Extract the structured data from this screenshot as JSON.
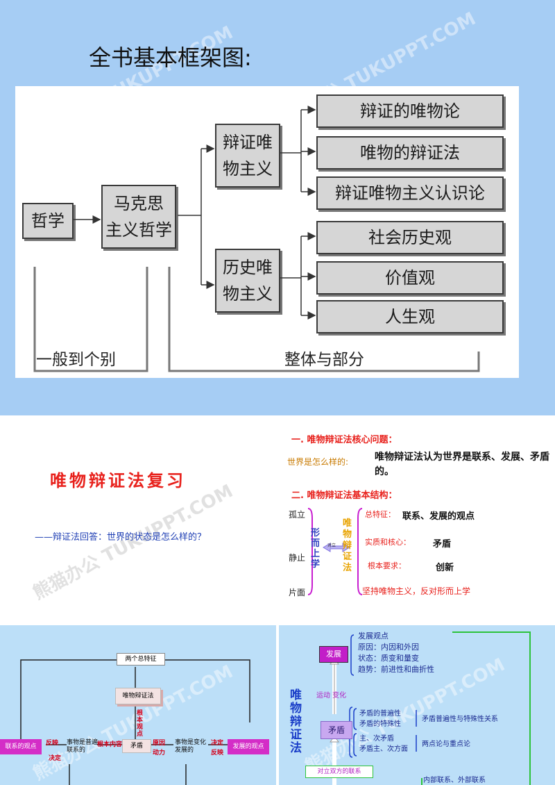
{
  "slide1": {
    "title": "全书基本框架图:",
    "boxes": {
      "philosophy": "哲学",
      "marxist": "马克思\n主义哲学",
      "dialectical_materialism": "辩证唯\n物主义",
      "historical_materialism": "历史唯\n物主义",
      "materialism_theory": "辩证的唯物论",
      "dialectics": "唯物的辩证法",
      "epistemology": "辩证唯物主义认识论",
      "social_history": "社会历史观",
      "values": "价值观",
      "life_view": "人生观"
    },
    "bracket_left": "一般到个别",
    "bracket_right": "整体与部分"
  },
  "slide2": {
    "title": "唯物辩证法复习",
    "subtitle": "——辩证法回答：世界的状态是怎么样的？",
    "section1_heading": "一. 唯物辩证法核心问题：",
    "q_label": "世界是怎么样的:",
    "q_answer": "唯物辩证法认为世界是联系、发展、矛盾的。",
    "section2_heading": "二. 唯物辩证法基本结构：",
    "left_items": [
      "孤立",
      "静止",
      "片面"
    ],
    "metaphysics": "形而上学",
    "opposition": "对立",
    "dialectics_vertical": "唯物辩证法",
    "rows": [
      {
        "label": "总特征：",
        "value": "联系、发展的观点"
      },
      {
        "label": "实质和核心：",
        "value": "矛盾"
      },
      {
        "label": "根本要求：",
        "value": "创新"
      },
      {
        "label": "坚持唯物主义，反对形而上学",
        "value": ""
      }
    ]
  },
  "slide3": {
    "left": {
      "two_features": "两个总特征",
      "dialectics": "唯物辩证法",
      "fundamental_view": "根本观点",
      "connection_view": "联系的观点",
      "reflect": "反映",
      "decide": "决定",
      "universal_connection": "事物是普遍联系的",
      "fundamental_content": "根本内容",
      "contradiction": "矛盾",
      "cause": "原因",
      "power": "动力",
      "changing_development": "事物是变化发展的",
      "decide2": "决定",
      "reflect2": "反映",
      "development_view": "发展的观点"
    },
    "right": {
      "vertical_title": "唯物辩证法",
      "development": "发展",
      "development_items": [
        "发展观点",
        "原因：内因和外因",
        "状态：质变和量变",
        "趋势：前进性和曲折性"
      ],
      "motion_change": "运动  变化",
      "contradiction": "矛盾",
      "contradiction_items_a": [
        "矛盾的普遍性",
        "矛盾的特殊性"
      ],
      "relation_a": "矛盾普遍性与特殊性关系",
      "contradiction_items_b": [
        "主、次矛盾",
        "矛盾主、次方面"
      ],
      "relation_b": "两点论与重点论",
      "opposite_connection": "对立双方的联系",
      "inner_outer": "内部联系、外部联系"
    },
    "watermark": "熊猫办公 TUKUPPT.COM"
  }
}
